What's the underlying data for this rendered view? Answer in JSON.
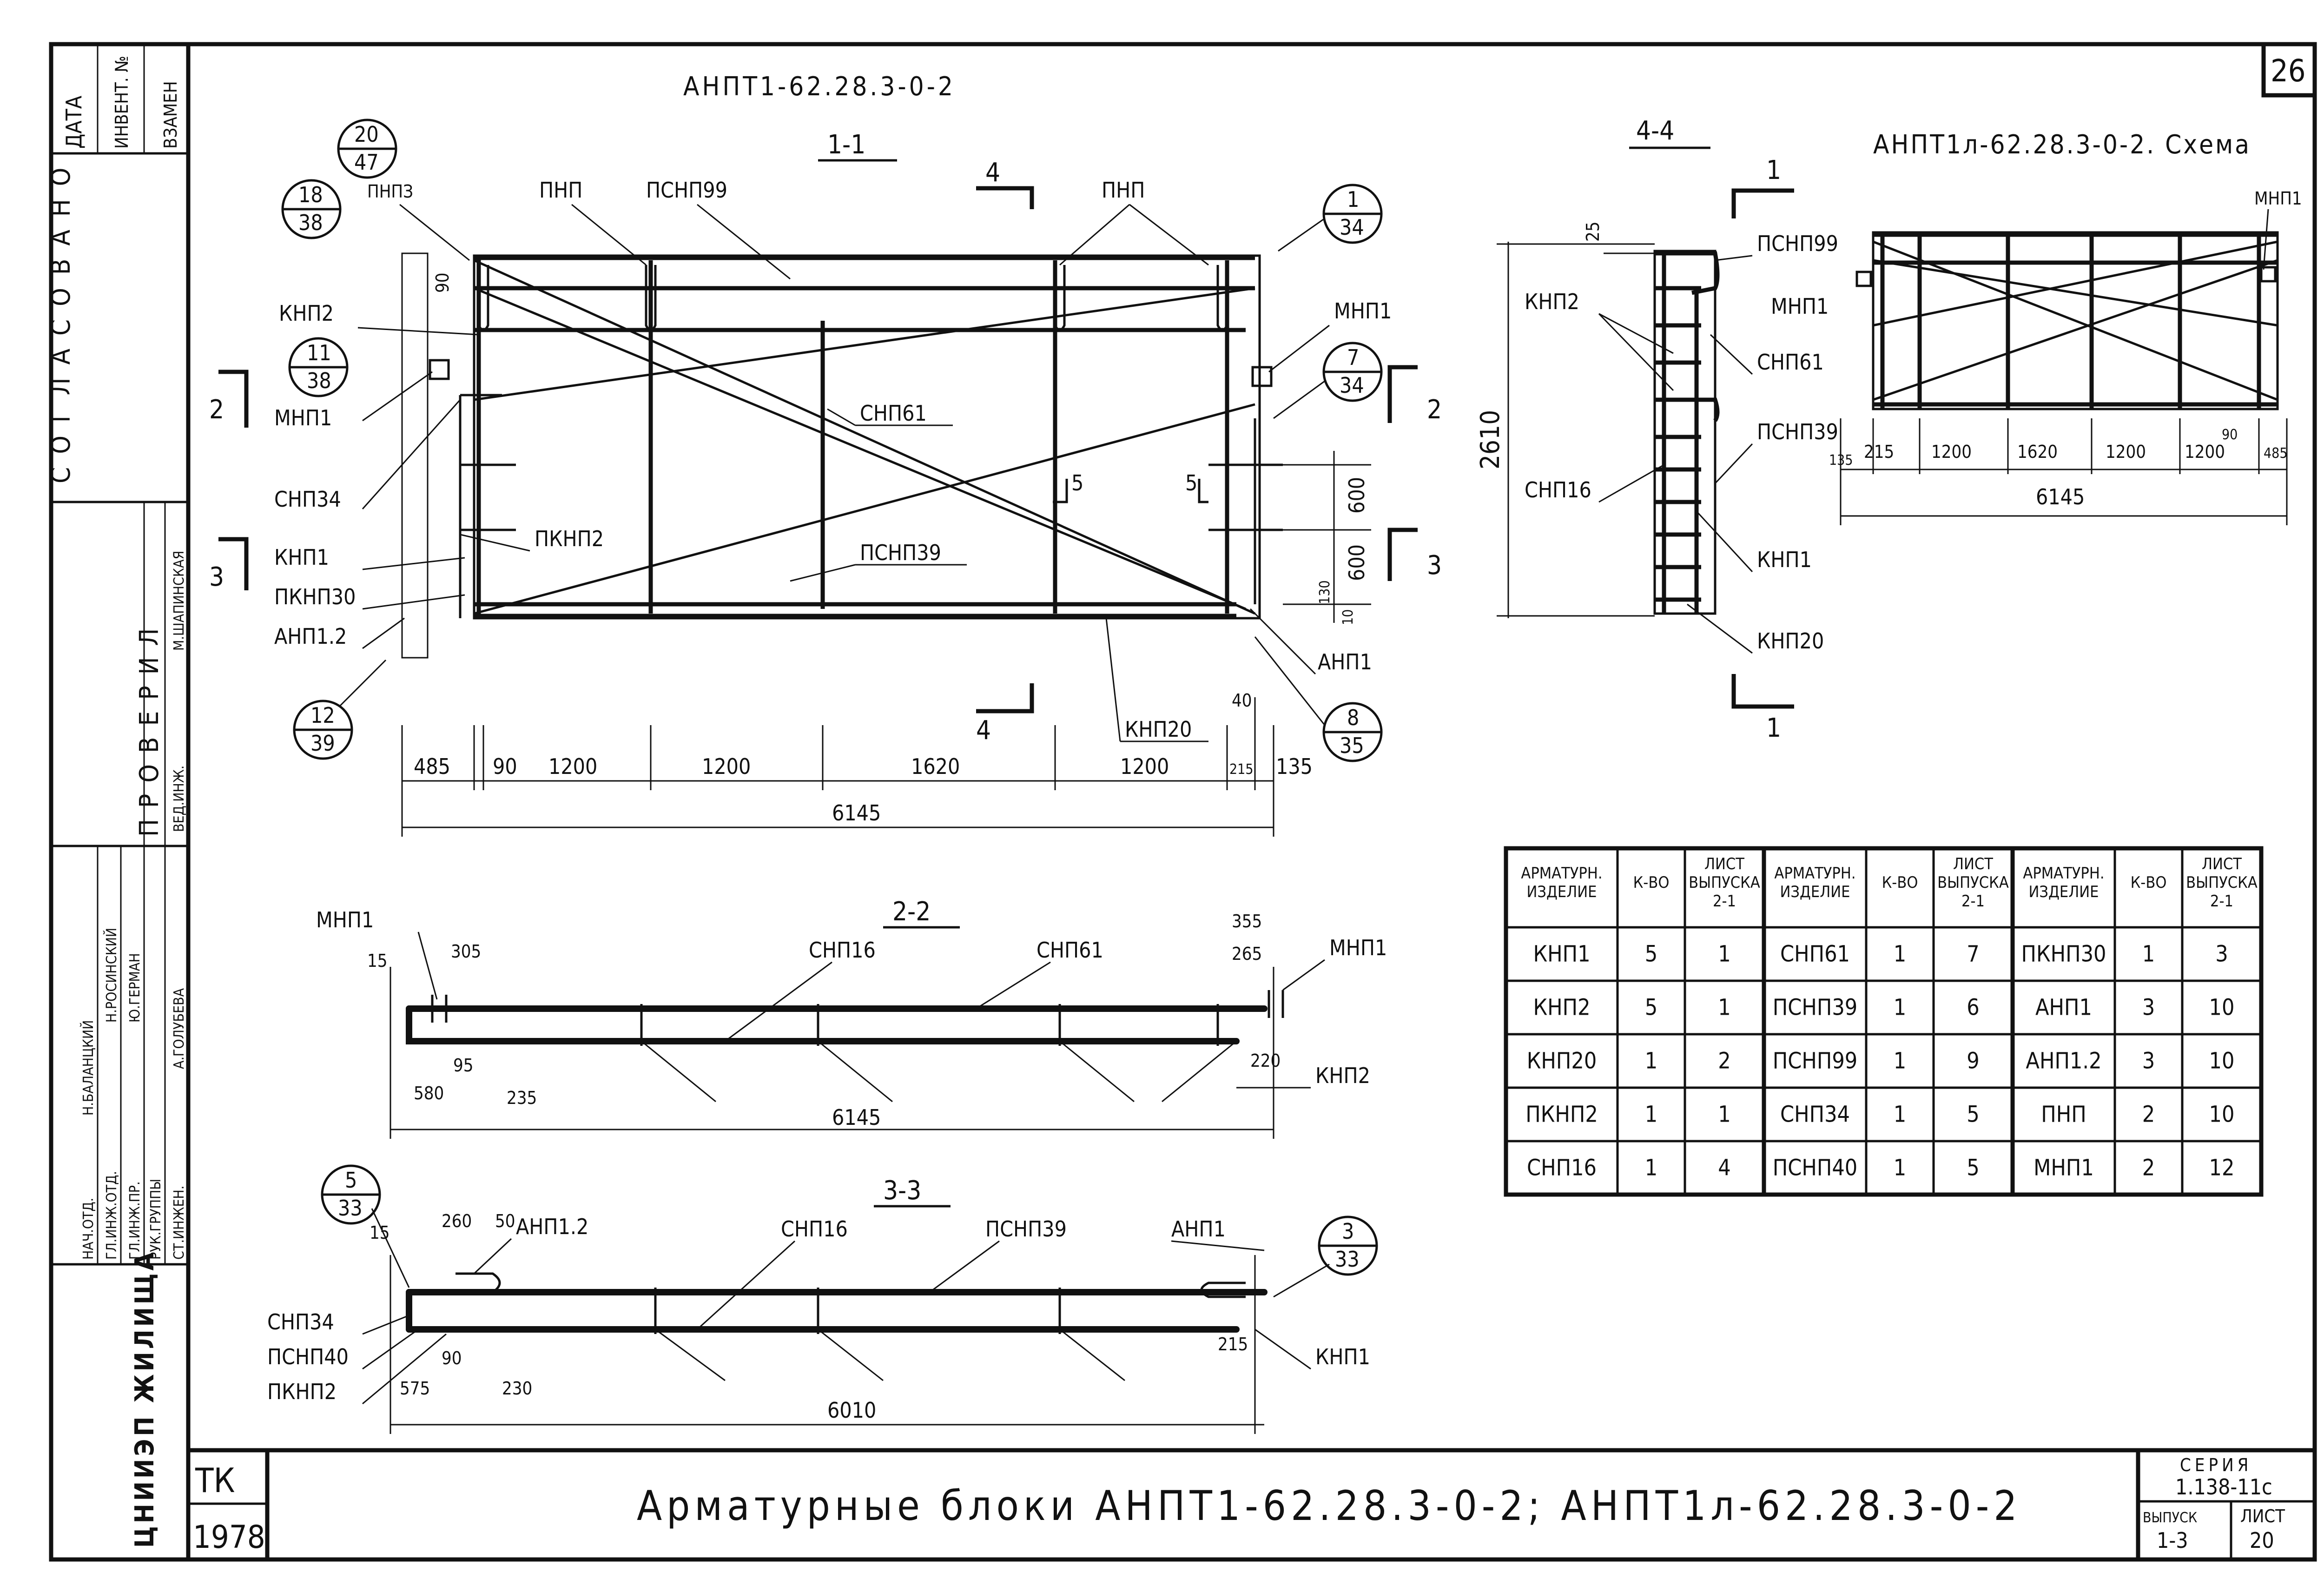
{
  "sheet_number": "26",
  "stamp": {
    "tk": "ТК",
    "year": "1978",
    "series_label": "СЕРИЯ",
    "series_value": "1.138-11с",
    "issue_label": "ВЫПУСК",
    "issue_value": "1-3",
    "list_label": "ЛИСТ",
    "list_value": "20"
  },
  "title": "Арматурные блоки АНПТ1-62.28.3-0-2; АНПТ1л-62.28.3-0-2",
  "side": {
    "approved": "СОГЛАСОВАНО",
    "date": "ДАТА",
    "inv": "ИНВЕНТ. №",
    "replace": "ВЗАМЕН",
    "checked": "ПРОВЕРИЛ",
    "org": "ЦНИИЭП ЖИЛИЩА",
    "roles": [
      "НАЧ.ОТД.",
      "ГЛ.ИНЖ.ОТД.",
      "ГЛ.ИНЖ.ПР.",
      "РУК.ГРУППЫ",
      "СТ.ИНЖЕН.",
      "ВЕД.ИНЖ."
    ],
    "names": [
      "Н.БАЛАНЦКИЙ",
      "Н.РОСИНСКИЙ",
      "Ю.ГЕРМАН",
      "А.ГОЛУБЕВА",
      "М.ШАПИНСКАЯ"
    ]
  },
  "view_main": {
    "header": "АНПТ1-62.28.3-0-2",
    "section": "1-1",
    "labels": [
      "ПНПЗ",
      "ПНП",
      "ПСНП99",
      "ПНП",
      "КНП2",
      "МНП1",
      "МНП1",
      "СНП61",
      "СНП34",
      "ПКНП2",
      "ПСНП39",
      "КНП1",
      "ПКНП30",
      "АНП1.2",
      "АНП1",
      "КНП20"
    ],
    "callouts": [
      [
        "20",
        "47"
      ],
      [
        "18",
        "38"
      ],
      [
        "11",
        "38"
      ],
      [
        "12",
        "39"
      ],
      [
        "1",
        "34"
      ],
      [
        "7",
        "34"
      ],
      [
        "8",
        "35"
      ]
    ],
    "cuts": [
      "4",
      "4",
      "2",
      "2",
      "3",
      "3",
      "5",
      "5"
    ],
    "dims_bottom": [
      "485",
      "90",
      "1200",
      "1200",
      "1620",
      "1200",
      "215",
      "135"
    ],
    "dim_total": "6145",
    "dims_right": [
      "600",
      "600",
      "130",
      "10"
    ],
    "dim_top": "90",
    "dim_40": "40"
  },
  "view_44": {
    "section": "4-4",
    "cut": "1",
    "labels": [
      "ПСНП99",
      "КНП2",
      "МНП1",
      "СНП61",
      "ПСНП39",
      "СНП16",
      "КНП1",
      "КНП20"
    ],
    "dim_25": "25",
    "dim_height": "2610"
  },
  "view_scheme": {
    "header": "АНПТ1л-62.28.3-0-2. Схема",
    "label": "МНП1",
    "dims": [
      "135",
      "215",
      "1200",
      "1620",
      "1200",
      "1200",
      "485"
    ],
    "dim_90": "90",
    "dim_total": "6145"
  },
  "view_22": {
    "section": "2-2",
    "labels": [
      "МНП1",
      "СНП16",
      "СНП61",
      "МНП1",
      "КНП2"
    ],
    "dims": [
      "15",
      "305",
      "355",
      "265",
      "95",
      "580",
      "235",
      "220"
    ],
    "dim_total": "6145"
  },
  "view_33": {
    "section": "3-3",
    "labels": [
      "АНП1.2",
      "СНП16",
      "ПСНП39",
      "АНП1",
      "СНП34",
      "ПСНП40",
      "ПКНП2",
      "КНП1"
    ],
    "callouts": [
      [
        "5",
        "33"
      ],
      [
        "3",
        "33"
      ]
    ],
    "dims": [
      "15",
      "260",
      "50",
      "90",
      "575",
      "230",
      "215"
    ],
    "dim_total": "6010"
  },
  "spec_table": {
    "headers": [
      "Арматурн. изделие",
      "К-во",
      "Лист выпуска 2-1",
      "Арматурн. изделие",
      "К-во",
      "Лист выпуска 2-1",
      "Арматурн. изделие",
      "К-во",
      "Лист выпуска 2-1"
    ],
    "rows": [
      [
        "КНП1",
        "5",
        "1",
        "СНП61",
        "1",
        "7",
        "ПКНП30",
        "1",
        "3"
      ],
      [
        "КНП2",
        "5",
        "1",
        "ПСНП39",
        "1",
        "6",
        "АНП1",
        "3",
        "10"
      ],
      [
        "КНП20",
        "1",
        "2",
        "ПСНП99",
        "1",
        "9",
        "АНП1.2",
        "3",
        "10"
      ],
      [
        "ПКНП2",
        "1",
        "1",
        "СНП34",
        "1",
        "5",
        "ПНП",
        "2",
        "10"
      ],
      [
        "СНП16",
        "1",
        "4",
        "ПСНП40",
        "1",
        "5",
        "МНП1",
        "2",
        "12"
      ]
    ]
  }
}
